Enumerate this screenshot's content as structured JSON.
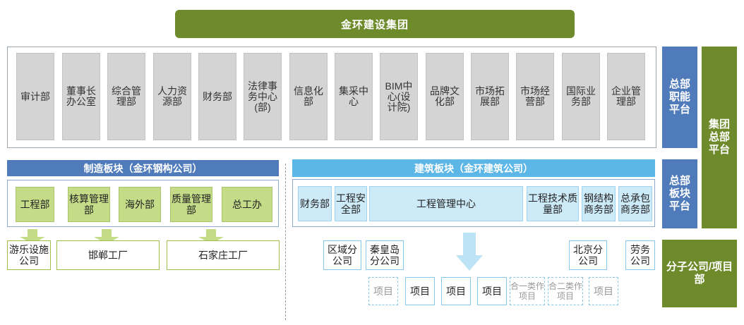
{
  "title": "金环建设集团",
  "hq_departments": [
    "审计部",
    "董事长办公室",
    "综合管理部",
    "人力资源部",
    "财务部",
    "法律事务中心(部)",
    "信息化部",
    "集采中心",
    "BIM中心(设计院)",
    "品牌文化部",
    "市场拓展部",
    "市场经营部",
    "国际业务部",
    "企业管理部"
  ],
  "platforms": {
    "functional": "总部职能平台",
    "segment": "总部板块平台",
    "group": "集团总部平台",
    "subsidiary": "分子公司/项目部"
  },
  "manufacturing": {
    "header": "制造板块（金环钢构公司）",
    "departments": [
      "工程部",
      "核算管理部",
      "海外部",
      "质量管理部",
      "总工办"
    ],
    "factories": [
      "游乐设施公司",
      "邯郸工厂",
      "石家庄工厂"
    ]
  },
  "construction": {
    "header": "建筑板块（金环建筑公司）",
    "departments": [
      "财务部",
      "工程安全部",
      "工程管理中心",
      "工程技术质量部",
      "钢结构商务部",
      "总承包商务部"
    ],
    "branches": [
      "区域分公司",
      "秦皇岛分公司",
      "北京分公司",
      "劳务公司"
    ],
    "projects": [
      "项目",
      "项目",
      "项目",
      "项目",
      "合一类作项目",
      "合二类作项目",
      "项目"
    ]
  }
}
